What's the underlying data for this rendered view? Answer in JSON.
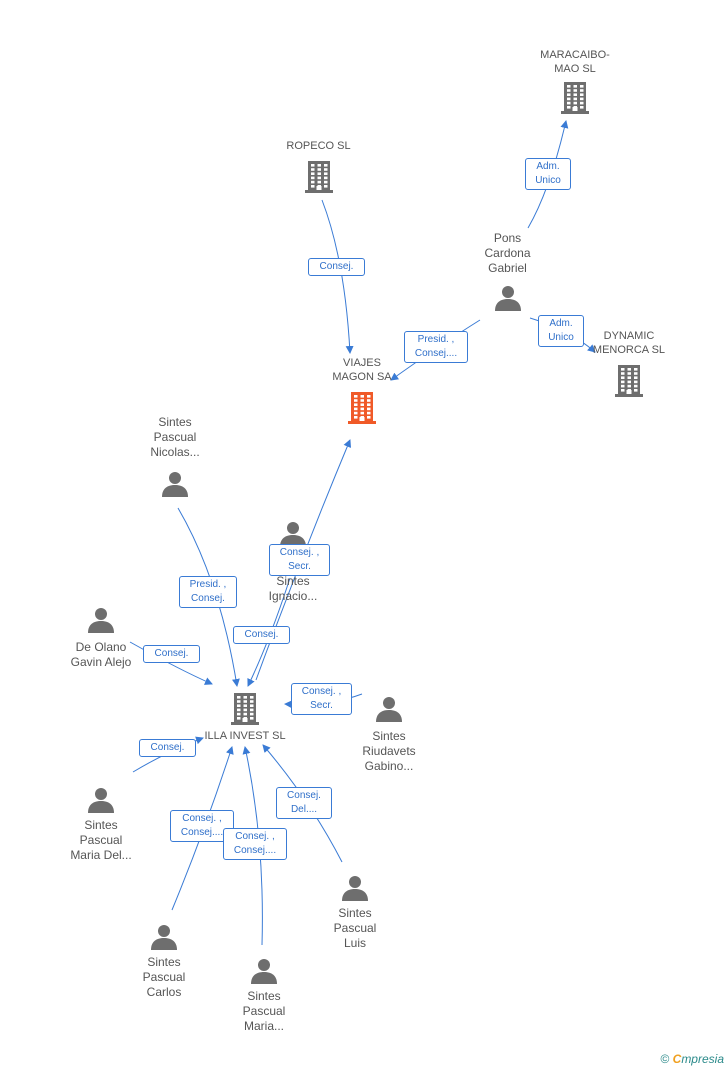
{
  "companies": {
    "maracaibo": {
      "label": "MARACAIBO-\nMAO SL"
    },
    "ropeco": {
      "label": "ROPECO SL"
    },
    "viajes": {
      "label": "VIAJES\nMAGON SA"
    },
    "dynamic": {
      "label": "DYNAMIC\nMENORCA SL"
    },
    "illa": {
      "label": "ILLA INVEST SL"
    }
  },
  "people": {
    "pons": {
      "label": "Pons\nCardona\nGabriel"
    },
    "nicolas": {
      "label": "Sintes\nPascual\nNicolas..."
    },
    "ignacio": {
      "label": "Sintes\nIgnacio..."
    },
    "olano": {
      "label": "De Olano\nGavin Alejo"
    },
    "riudavets": {
      "label": "Sintes\nRiudavets\nGabino..."
    },
    "mariadel": {
      "label": "Sintes\nPascual\nMaria Del..."
    },
    "luis": {
      "label": "Sintes\nPascual\nLuis"
    },
    "carlos": {
      "label": "Sintes\nPascual\nCarlos"
    },
    "maria": {
      "label": "Sintes\nPascual\nMaria..."
    }
  },
  "edges": {
    "e1": "Adm.\nUnico",
    "e2": "Consej.",
    "e3": "Presid. ,\nConsej....",
    "e4": "Adm.\nUnico",
    "e5": "Consej. ,\nSecr.",
    "e6": "Presid. ,\nConsej.",
    "e7": "Consej.",
    "e8": "Consej.",
    "e9": "Consej. ,\nSecr.",
    "e10": "Consej.",
    "e11": "Consej.\nDel....",
    "e12": "Consej. ,\nConsej....",
    "e13": "Consej. ,\nConsej...."
  },
  "colors": {
    "company": "#6e6e6e",
    "highlight": "#f05a28",
    "person": "#6e6e6e",
    "edge": "#3a7bd5"
  },
  "footer": {
    "copyright": "©",
    "brand_e": "C",
    "brand_rest": "mpresia"
  }
}
